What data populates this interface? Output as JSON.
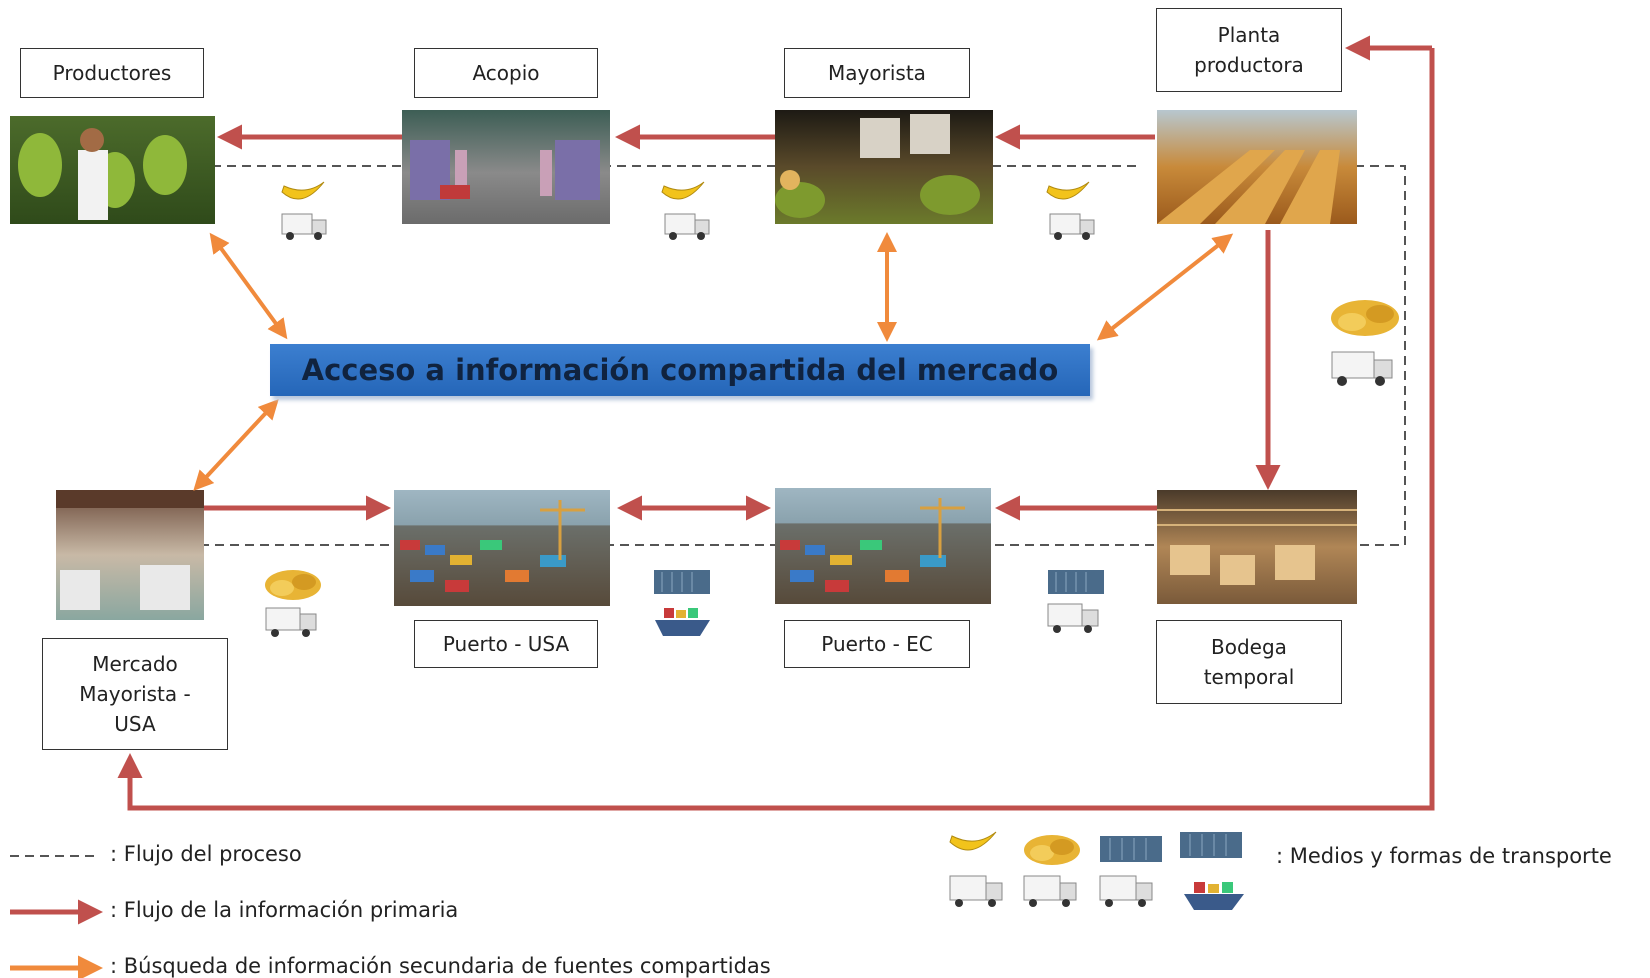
{
  "nodes": {
    "productores": "Productores",
    "acopio": "Acopio",
    "mayorista": "Mayorista",
    "planta": "Planta\nproductora",
    "mercado_usa": "Mercado\nMayorista -\nUSA",
    "puerto_usa": "Puerto - USA",
    "puerto_ec": "Puerto - EC",
    "bodega": "Bodega\ntemporal"
  },
  "banner": "Acceso a información compartida del mercado",
  "legend": {
    "process_flow": ": Flujo del proceso",
    "primary_info": ": Flujo de la información primaria",
    "secondary_info": ": Búsqueda de información secundaria de fuentes compartidas",
    "transport": ": Medios y formas de transporte"
  },
  "colors": {
    "primary_arrow": "#c0504d",
    "secondary_arrow": "#f08a3c",
    "process_dash": "#555555",
    "banner": "#2e6fc2"
  },
  "icons": [
    "banana-icon",
    "plantain-chips-icon",
    "container-icon",
    "truck-icon",
    "cargo-ship-icon"
  ]
}
